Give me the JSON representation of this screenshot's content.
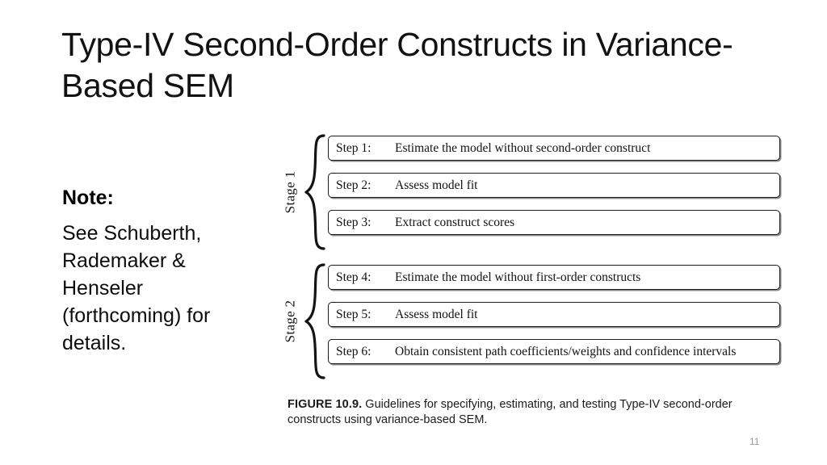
{
  "slide": {
    "title": "Type-IV Second-Order Constructs in Variance-Based SEM",
    "page_number": "11"
  },
  "note": {
    "heading": "Note:",
    "body": "See Schuberth, Rademaker & Henseler (forthcoming) for details."
  },
  "figure": {
    "caption_label": "FIGURE 10.9.",
    "caption_text": " Guidelines for specifying, estimating, and testing Type-IV second-order constructs using variance-based SEM.",
    "stages": [
      {
        "label": "Stage 1",
        "steps": [
          {
            "num": "Step 1:",
            "desc": "Estimate the model without second-order construct"
          },
          {
            "num": "Step 2:",
            "desc": "Assess model fit"
          },
          {
            "num": "Step 3:",
            "desc": "Extract construct scores"
          }
        ]
      },
      {
        "label": "Stage 2",
        "steps": [
          {
            "num": "Step 4:",
            "desc": "Estimate the model without first-order constructs"
          },
          {
            "num": "Step 5:",
            "desc": "Assess model fit"
          },
          {
            "num": "Step 6:",
            "desc": "Obtain consistent path coefficients/weights and confidence intervals"
          }
        ]
      }
    ]
  },
  "colors": {
    "title": "#121212",
    "text": "#0d0d0d",
    "box_border": "#1c1c1c",
    "page_number": "#9a9a9a"
  }
}
